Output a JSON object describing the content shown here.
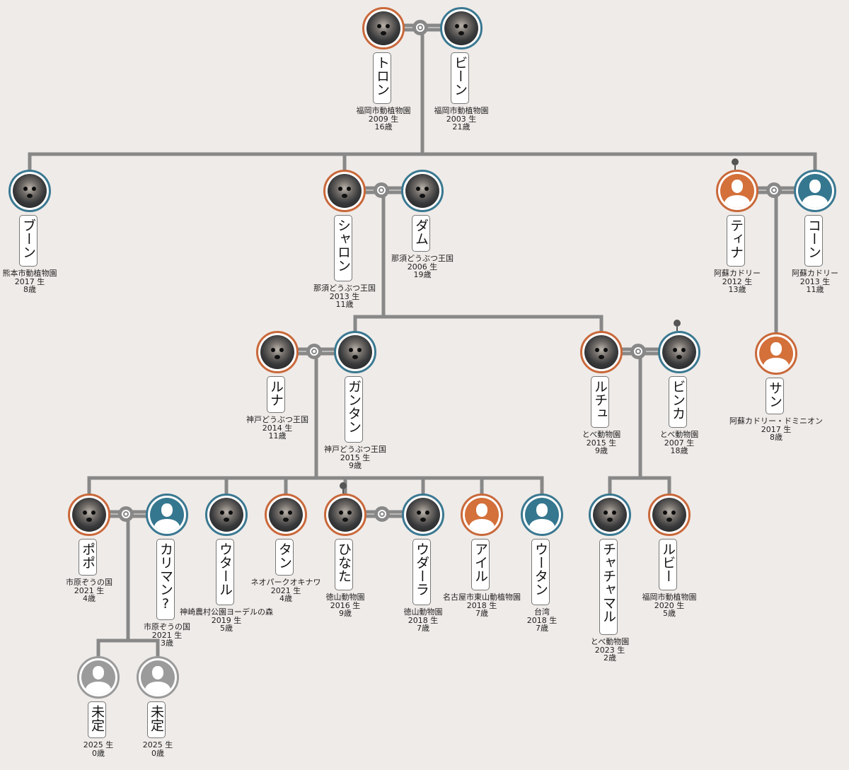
{
  "colors": {
    "female": "#c9683a",
    "male": "#3a7891",
    "unknown": "#9a9a9a",
    "line": "#888888",
    "background": "#efebe8"
  },
  "icons": {
    "union": "spiral-icon",
    "placeholder": "person-silhouette-icon",
    "marker": "pin-icon"
  },
  "birth_suffix": "生",
  "people": [
    {
      "id": "tron",
      "name": "トロン",
      "sex": "female",
      "photo": true,
      "pin": false,
      "place": "福岡市動植物園",
      "year": "2009",
      "age": "16歳"
    },
    {
      "id": "bin",
      "name": "ビーン",
      "sex": "male",
      "photo": true,
      "pin": false,
      "place": "福岡市動植物園",
      "year": "2003",
      "age": "21歳"
    },
    {
      "id": "boon",
      "name": "ブーン",
      "sex": "male",
      "photo": true,
      "pin": false,
      "place": "熊本市動植物園",
      "year": "2017",
      "age": "8歳"
    },
    {
      "id": "sharon",
      "name": "シャロン",
      "sex": "female",
      "photo": true,
      "pin": false,
      "place": "那須どうぶつ王国",
      "year": "2013",
      "age": "11歳"
    },
    {
      "id": "dam",
      "name": "ダム",
      "sex": "male",
      "photo": true,
      "pin": false,
      "place": "那須どうぶつ王国",
      "year": "2006",
      "age": "19歳"
    },
    {
      "id": "tina",
      "name": "ティナ",
      "sex": "female",
      "photo": false,
      "pin": true,
      "place": "阿蘇カドリー",
      "year": "2012",
      "age": "13歳"
    },
    {
      "id": "kon",
      "name": "コーン",
      "sex": "male",
      "photo": false,
      "pin": false,
      "place": "阿蘇カドリー",
      "year": "2013",
      "age": "11歳"
    },
    {
      "id": "luna",
      "name": "ルナ",
      "sex": "female",
      "photo": true,
      "pin": false,
      "place": "神戸どうぶつ王国",
      "year": "2014",
      "age": "11歳"
    },
    {
      "id": "gantan",
      "name": "ガンタン",
      "sex": "male",
      "photo": true,
      "pin": false,
      "place": "神戸どうぶつ王国",
      "year": "2015",
      "age": "9歳"
    },
    {
      "id": "ruchu",
      "name": "ルチュ",
      "sex": "female",
      "photo": true,
      "pin": false,
      "place": "とべ動物園",
      "year": "2015",
      "age": "9歳"
    },
    {
      "id": "binka",
      "name": "ビンカ",
      "sex": "male",
      "photo": true,
      "pin": true,
      "place": "とべ動物園",
      "year": "2007",
      "age": "18歳"
    },
    {
      "id": "san",
      "name": "サン",
      "sex": "female",
      "photo": false,
      "pin": false,
      "place": "阿蘇カドリー・ドミニオン",
      "year": "2017",
      "age": "8歳"
    },
    {
      "id": "popo",
      "name": "ポポ",
      "sex": "female",
      "photo": true,
      "pin": false,
      "place": "市原ぞうの国",
      "year": "2021",
      "age": "4歳"
    },
    {
      "id": "kariman",
      "name": "カリマン?",
      "sex": "male",
      "photo": false,
      "pin": false,
      "place": "市原ぞうの国",
      "year": "2021",
      "age": "3歳"
    },
    {
      "id": "utaru",
      "name": "ウタール",
      "sex": "male",
      "photo": true,
      "pin": false,
      "place": "神崎農村公園ヨーデルの森",
      "year": "2019",
      "age": "5歳"
    },
    {
      "id": "tan",
      "name": "タン",
      "sex": "female",
      "photo": true,
      "pin": false,
      "place": "ネオパークオキナワ",
      "year": "2021",
      "age": "4歳"
    },
    {
      "id": "hinata",
      "name": "ひなた",
      "sex": "female",
      "photo": true,
      "pin": true,
      "place": "徳山動物園",
      "year": "2016",
      "age": "9歳"
    },
    {
      "id": "udara",
      "name": "ウダーラ",
      "sex": "male",
      "photo": true,
      "pin": false,
      "place": "徳山動物園",
      "year": "2018",
      "age": "7歳"
    },
    {
      "id": "airu",
      "name": "アイル",
      "sex": "female",
      "photo": false,
      "pin": false,
      "place": "名古屋市東山動植物園",
      "year": "2018",
      "age": "7歳"
    },
    {
      "id": "utan",
      "name": "ウータン",
      "sex": "male",
      "photo": false,
      "pin": false,
      "place": "台湾",
      "year": "2018",
      "age": "7歳"
    },
    {
      "id": "chacha",
      "name": "チャチャマル",
      "sex": "male",
      "photo": true,
      "pin": false,
      "place": "とべ動物園",
      "year": "2023",
      "age": "2歳"
    },
    {
      "id": "ruby",
      "name": "ルビー",
      "sex": "female",
      "photo": true,
      "pin": false,
      "place": "福岡市動植物園",
      "year": "2020",
      "age": "5歳"
    },
    {
      "id": "mitei1",
      "name": "未定",
      "sex": "unknown",
      "photo": false,
      "pin": false,
      "place": "",
      "year": "2025",
      "age": "0歳"
    },
    {
      "id": "mitei2",
      "name": "未定",
      "sex": "unknown",
      "photo": false,
      "pin": false,
      "place": "",
      "year": "2025",
      "age": "0歳"
    }
  ],
  "couples": [
    {
      "a": "tron",
      "b": "bin"
    },
    {
      "a": "sharon",
      "b": "dam"
    },
    {
      "a": "tina",
      "b": "kon"
    },
    {
      "a": "luna",
      "b": "gantan"
    },
    {
      "a": "ruchu",
      "b": "binka"
    },
    {
      "a": "popo",
      "b": "kariman"
    },
    {
      "a": "hinata",
      "b": "udara"
    }
  ],
  "families": [
    {
      "parents": [
        "tron",
        "bin"
      ],
      "children": [
        "boon",
        "sharon",
        "kon"
      ]
    },
    {
      "parents": [
        "sharon",
        "dam"
      ],
      "children": [
        "gantan",
        "ruchu"
      ]
    },
    {
      "parents": [
        "tina",
        "kon"
      ],
      "children": [
        "san"
      ]
    },
    {
      "parents": [
        "luna",
        "gantan"
      ],
      "children": [
        "popo",
        "utaru",
        "tan",
        "hinata",
        "udara",
        "airu",
        "utan"
      ]
    },
    {
      "parents": [
        "ruchu",
        "binka"
      ],
      "children": [
        "chacha",
        "ruby"
      ]
    },
    {
      "parents": [
        "popo",
        "kariman"
      ],
      "children": [
        "mitei1",
        "mitei2"
      ]
    }
  ]
}
